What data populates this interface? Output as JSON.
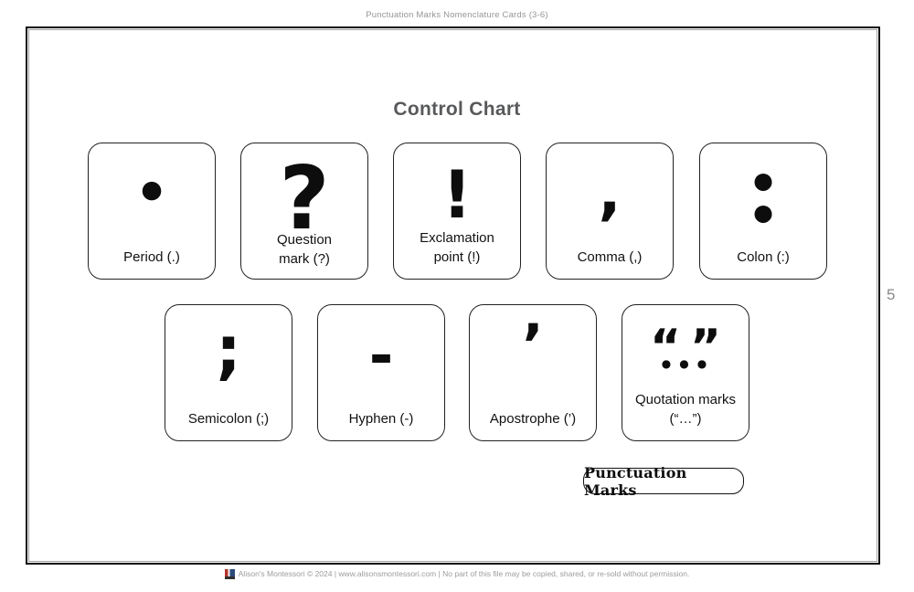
{
  "doc_header": "Punctuation Marks Nomenclature Cards (3-6)",
  "page": {
    "title": "Control Chart",
    "number": "5"
  },
  "cards": {
    "row1": [
      {
        "name": "period",
        "symbol": "●",
        "label_lines": [
          "Period (.)"
        ]
      },
      {
        "name": "question-mark",
        "symbol": "?",
        "label_lines": [
          "Question",
          "mark (?)"
        ]
      },
      {
        "name": "exclamation-point",
        "symbol": "!",
        "label_lines": [
          "Exclamation",
          "point (!)"
        ]
      },
      {
        "name": "comma",
        "symbol": ",",
        "label_lines": [
          "Comma (,)"
        ]
      },
      {
        "name": "colon",
        "symbol": "●\n●",
        "label_lines": [
          "Colon (:)"
        ]
      }
    ],
    "row2": [
      {
        "name": "semicolon",
        "symbol": ";",
        "label_lines": [
          "Semicolon (;)"
        ]
      },
      {
        "name": "hyphen",
        "symbol": "-",
        "label_lines": [
          "Hyphen (-)"
        ]
      },
      {
        "name": "apostrophe",
        "symbol": "’",
        "label_lines": [
          "Apostrophe (’)"
        ]
      },
      {
        "name": "quotation-marks",
        "symbol_open": "“",
        "symbol_close": "”",
        "symbol_dots": "●●●",
        "label_lines": [
          "Quotation marks",
          "(“…”)"
        ]
      }
    ]
  },
  "label_box": {
    "text": "Punctuation Marks"
  },
  "footer": {
    "text": "Alison's Montessori © 2024 | www.alisonsmontessori.com | No part of this file may be copied, shared, or re-sold without permission."
  },
  "colors": {
    "title_gray": "#58595b",
    "muted_gray": "#9c9c9c",
    "ink": "#0d0d0d",
    "logo_red": "#b5342c",
    "logo_blue": "#2d4a7a"
  }
}
